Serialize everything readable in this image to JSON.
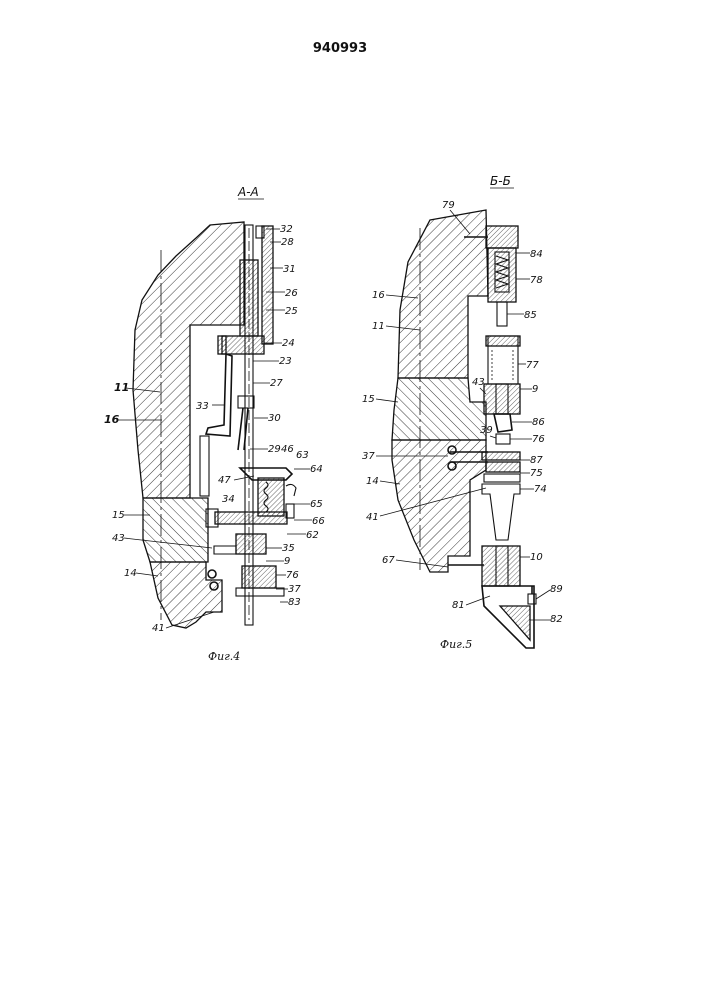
{
  "patent_number": "940993",
  "fig4": {
    "section_label": "А-А",
    "caption": "Фиг.4",
    "labels": {
      "l32": "32",
      "l28": "28",
      "l31": "31",
      "l26": "26",
      "l25": "25",
      "l24": "24",
      "l23": "23",
      "l27": "27",
      "l33": "33",
      "l30": "30",
      "l29": "29",
      "l46": "46",
      "l63": "63",
      "l64": "64",
      "l47": "47",
      "l65": "65",
      "l34": "34",
      "l66": "66",
      "l62": "62",
      "l35": "35",
      "l9": "9",
      "l76": "76",
      "l37": "37",
      "l83": "83",
      "l11": "11",
      "l16": "16",
      "l15": "15",
      "l43": "43",
      "l14": "14",
      "l41": "41"
    }
  },
  "fig5": {
    "section_label": "Б-Б",
    "caption": "Фиг.5",
    "labels": {
      "l79": "79",
      "l84": "84",
      "l78": "78",
      "l16": "16",
      "l85": "85",
      "l11": "11",
      "l77": "77",
      "l43": "43",
      "l9": "9",
      "l15": "15",
      "l86": "86",
      "l39": "39",
      "l76": "76",
      "l37": "37",
      "l87": "87",
      "l75": "75",
      "l14": "14",
      "l74": "74",
      "l41": "41",
      "l10": "10",
      "l67": "67",
      "l89": "89",
      "l81": "81",
      "l82": "82"
    }
  }
}
